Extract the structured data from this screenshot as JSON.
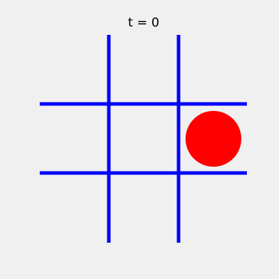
{
  "title": "t = 0",
  "board": {
    "rows": 3,
    "cols": 3,
    "line_color": "#0000ff",
    "background": "#f0f0f0"
  },
  "pieces": [
    {
      "type": "circle",
      "name": "red-circle-piece",
      "row": 1,
      "col": 2,
      "color": "#ff0000"
    }
  ]
}
